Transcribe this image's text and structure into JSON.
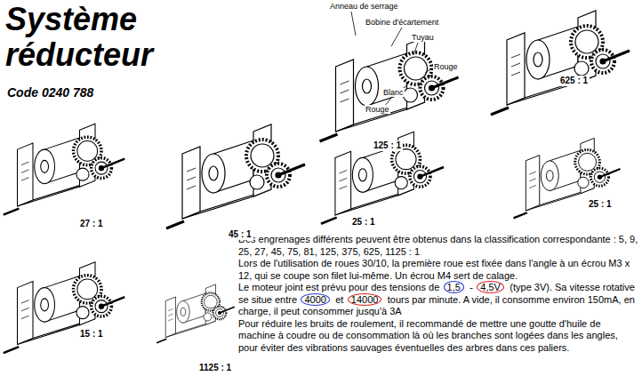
{
  "diagram": {
    "title": "Système réducteur",
    "labels": [
      "Code 0240 788",
      "Anneau de serrage",
      "Bobine d'écartement",
      "Tuyau",
      "Rouge",
      "Blanc",
      "Rouge",
      "125 : 1",
      "625 : 1",
      "27 : 1",
      "45 : 1",
      "25 : 1",
      "25 : 1",
      "15 : 1",
      "1125 : 1",
      "Des engrenages différents peuvent être obtenus dans la classification correspondante : 5, 9, 25, 27, 45, 75, 81, 125, 375, 625, 1125 : 1",
      "Lors de l'utilisation de roues 30/10, la première roue est fixée dans l'angle à un écrou M3 x 12, qui se coupe son filet lui-même. Un écrou M4 sert de calage.",
      "Le moteur joint est prévu pour des tensions de",
      "1,5",
      "-",
      "4,5V",
      "(type 3V). Sa vitesse rotative se situe entre",
      "4000",
      "et",
      "14000",
      "tours par minute. A vide, il consomme environ 150mA, en charge, il peut consommer jusqu'à 3A",
      "Pour réduire les bruits de roulement, il recommandé de mettre une goutte d'huile de machine à coudre ou de consommation là où les branches sont logées dans les angles, pour éviter des vibrations sauvages éventuelles des arbres dans ces paliers."
    ]
  }
}
